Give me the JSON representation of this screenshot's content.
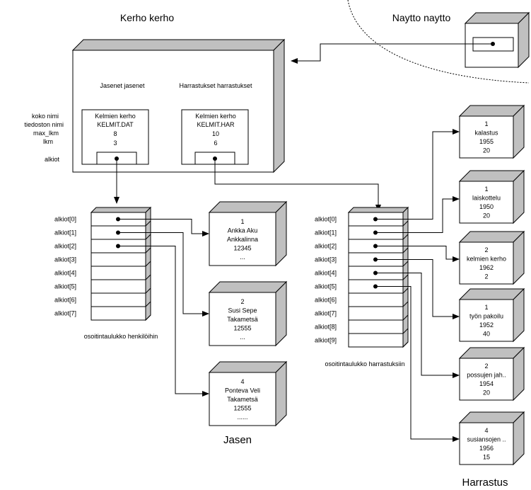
{
  "kerho": {
    "title": "Kerho kerho",
    "field_labels": [
      "koko nimi",
      "tiedoston nimi",
      "max_lkm",
      "lkm",
      "alkiot"
    ],
    "jasenet": {
      "label": "Jasenet jasenet",
      "values": [
        "Kelmien kerho",
        "KELMIT.DAT",
        "8",
        "3"
      ]
    },
    "harrastukset": {
      "label": "Harrastukset harrastukset",
      "values": [
        "Kelmien kerho",
        "KELMIT.HAR",
        "10",
        "6"
      ]
    }
  },
  "naytto": {
    "title": "Naytto naytto"
  },
  "jasen_array": {
    "caption": "osoitintaulukko henkilöihin",
    "rows": [
      "alkiot[0]",
      "alkiot[1]",
      "alkiot[2]",
      "alkiot[3]",
      "alkiot[4]",
      "alkiot[5]",
      "alkiot[6]",
      "alkiot[7]"
    ],
    "filled": 3
  },
  "harrastus_array": {
    "caption": "osoitintaulukko harrastuksiin",
    "rows": [
      "alkiot[0]",
      "alkiot[1]",
      "alkiot[2]",
      "alkiot[3]",
      "alkiot[4]",
      "alkiot[5]",
      "alkiot[6]",
      "alkiot[7]",
      "alkiot[8]",
      "alkiot[9]"
    ],
    "filled": 6
  },
  "jasenet": {
    "label": "Jasen",
    "items": [
      [
        "1",
        "Ankka Aku",
        "Ankkalinna",
        "12345",
        "..."
      ],
      [
        "2",
        "Susi Sepe",
        "Takametsä",
        "12555",
        "..."
      ],
      [
        "4",
        "Ponteva Veli",
        "Takametsä",
        "12555",
        "......"
      ]
    ]
  },
  "harrastukset": {
    "label": "Harrastus",
    "items": [
      [
        "1",
        "kalastus",
        "1955",
        "20"
      ],
      [
        "1",
        "laiskottelu",
        "1950",
        "20"
      ],
      [
        "2",
        "kelmien kerho",
        "1962",
        "2"
      ],
      [
        "1",
        "työn pakoilu",
        "1952",
        "40"
      ],
      [
        "2",
        "possujen jah..",
        "1954",
        "20"
      ],
      [
        "4",
        "susiansojen ..",
        "1956",
        "15"
      ]
    ]
  },
  "colors": {
    "face": "#ffffff",
    "side": "#c0c0c0",
    "line": "#000000"
  }
}
